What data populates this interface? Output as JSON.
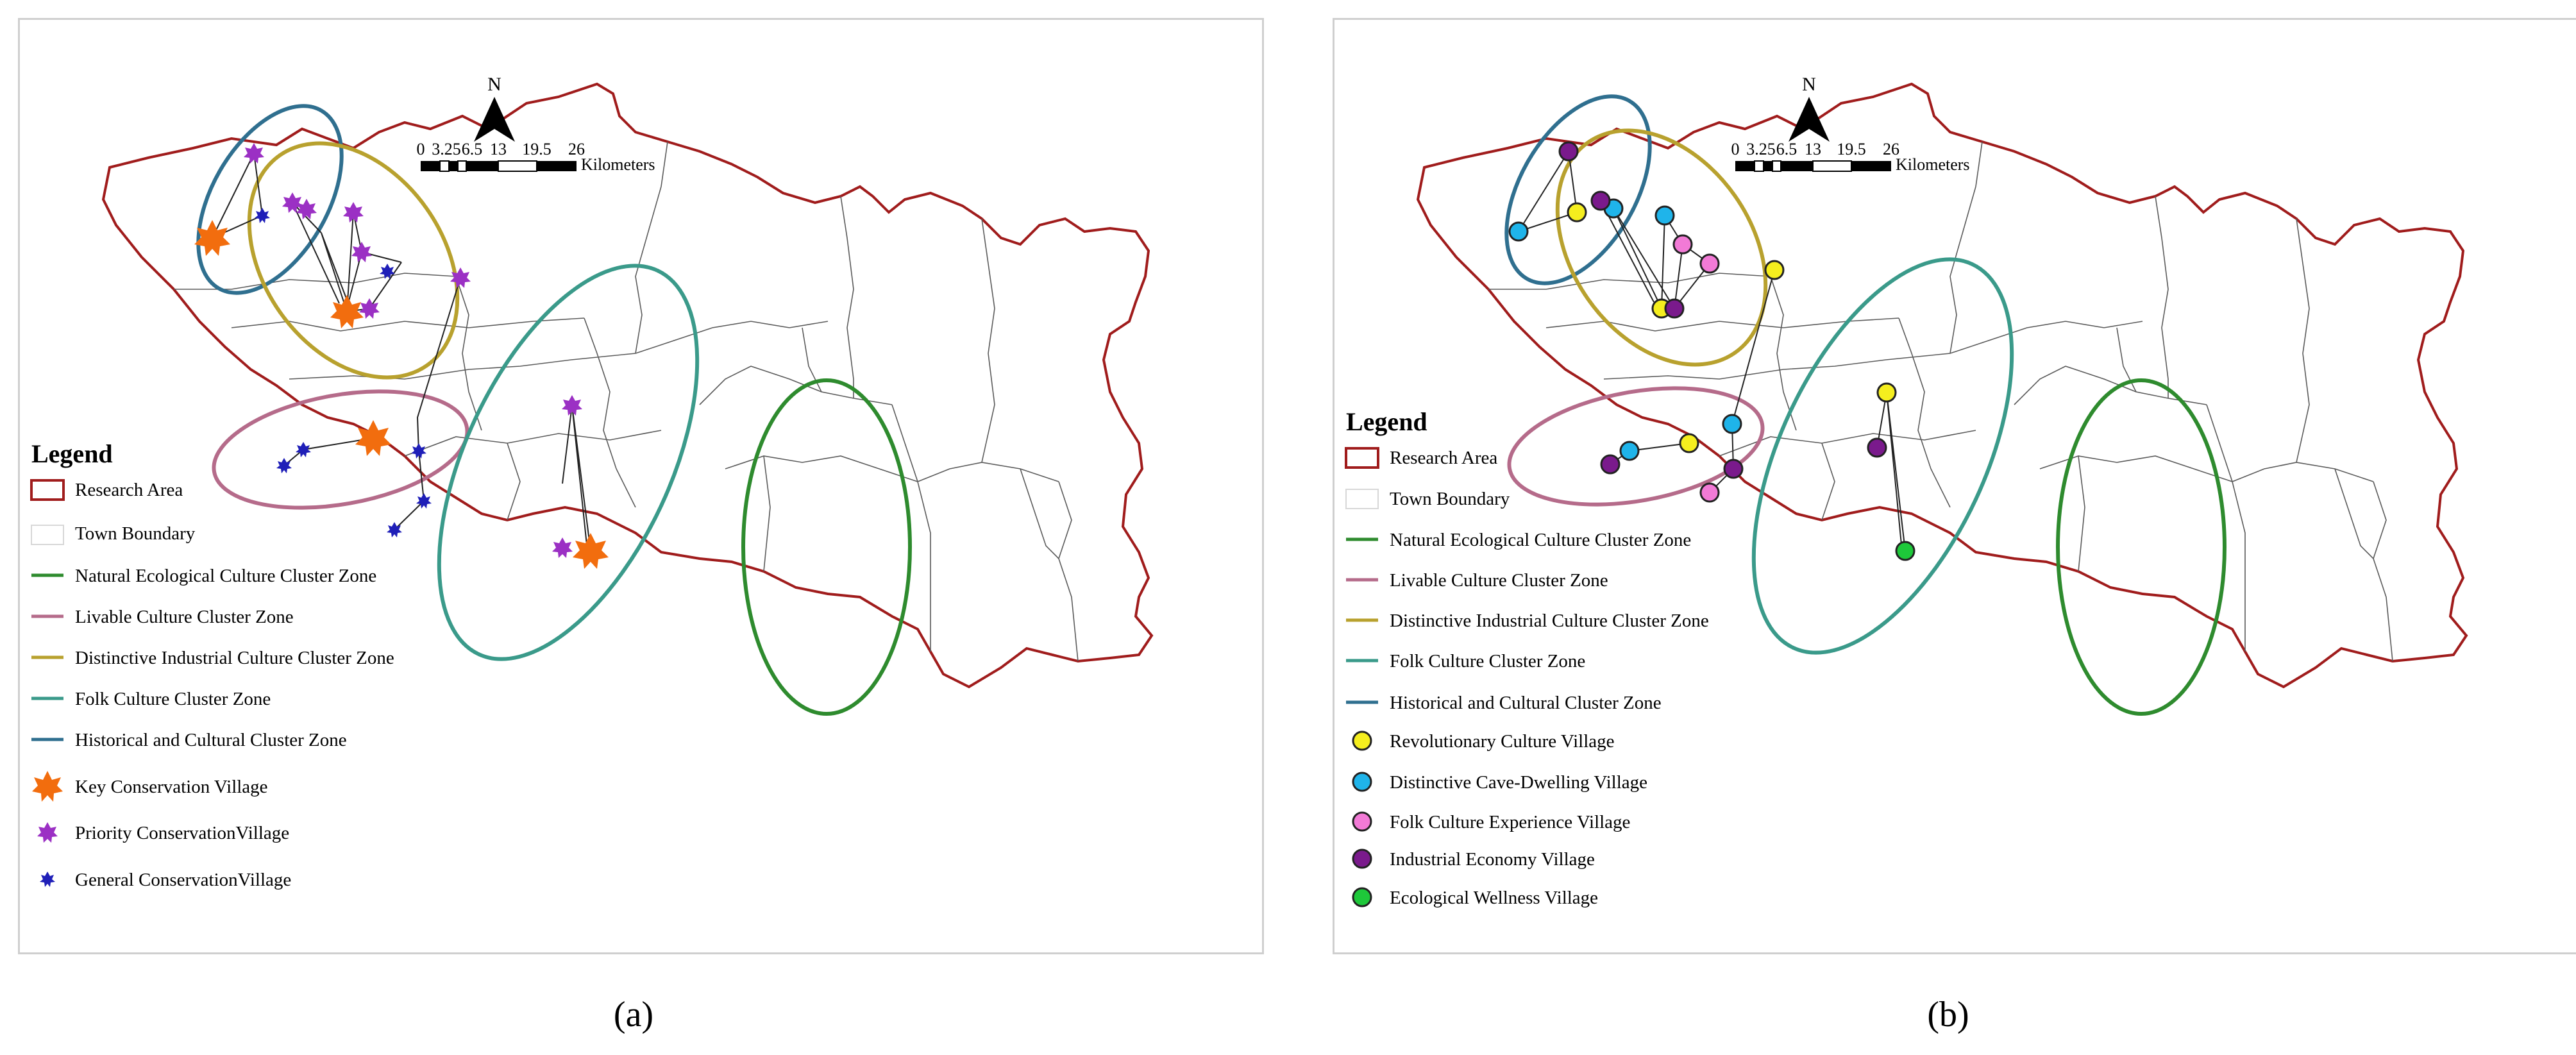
{
  "panels": [
    {
      "caption": "(a)",
      "legend_title": "Legend",
      "north_label": "N",
      "scale": {
        "ticks": [
          "0",
          "3.25",
          "6.5",
          "13",
          "19.5",
          "26"
        ],
        "unit": "Kilometers"
      },
      "legend_items": [
        {
          "label": "Research Area",
          "symbol": "rect",
          "color": "#a01c1c"
        },
        {
          "label": "Town Boundary",
          "symbol": "rect",
          "color": "#d8d8d8"
        },
        {
          "label": "Natural Ecological Culture Cluster Zone",
          "symbol": "line",
          "color": "#2e8b2e"
        },
        {
          "label": "Livable Culture Cluster Zone",
          "symbol": "line",
          "color": "#b56b8a"
        },
        {
          "label": "Distinctive Industrial Culture Cluster Zone",
          "symbol": "line",
          "color": "#b8a12e"
        },
        {
          "label": "Folk Culture Cluster Zone",
          "symbol": "line",
          "color": "#3a9a8a"
        },
        {
          "label": "Historical and Cultural Cluster Zone",
          "symbol": "line",
          "color": "#2f6f8f"
        },
        {
          "label": "Key Conservation Village",
          "symbol": "star-large",
          "color": "#f26d0e"
        },
        {
          "label": "Priority ConservationVillage",
          "symbol": "star-medium",
          "color": "#9b30c4"
        },
        {
          "label": "General ConservationVillage",
          "symbol": "star-small",
          "color": "#1f1fb8"
        }
      ]
    },
    {
      "caption": "(b)",
      "legend_title": "Legend",
      "north_label": "N",
      "scale": {
        "ticks": [
          "0",
          "3.25",
          "6.5",
          "13",
          "19.5",
          "26"
        ],
        "unit": "Kilometers"
      },
      "legend_items": [
        {
          "label": "Research Area",
          "symbol": "rect",
          "color": "#a01c1c"
        },
        {
          "label": "Town Boundary",
          "symbol": "rect",
          "color": "#d8d8d8"
        },
        {
          "label": "Natural Ecological Culture Cluster Zone",
          "symbol": "line",
          "color": "#2e8b2e"
        },
        {
          "label": "Livable Culture Cluster Zone",
          "symbol": "line",
          "color": "#b56b8a"
        },
        {
          "label": "Distinctive Industrial Culture Cluster Zone",
          "symbol": "line",
          "color": "#b8a12e"
        },
        {
          "label": "Folk Culture Cluster Zone",
          "symbol": "line",
          "color": "#3a9a8a"
        },
        {
          "label": "Historical and Cultural Cluster Zone",
          "symbol": "line",
          "color": "#2f6f8f"
        },
        {
          "label": "Revolutionary Culture Village",
          "symbol": "circle",
          "color": "#f5ee1e"
        },
        {
          "label": "Distinctive Cave-Dwelling Village",
          "symbol": "circle",
          "color": "#1fb4ea"
        },
        {
          "label": "Folk Culture Experience Village",
          "symbol": "circle",
          "color": "#f27ad6"
        },
        {
          "label": "Industrial Economy Village",
          "symbol": "circle",
          "color": "#7a1a8c"
        },
        {
          "label": "Ecological Wellness Village",
          "symbol": "circle",
          "color": "#1ec83a"
        }
      ]
    }
  ]
}
